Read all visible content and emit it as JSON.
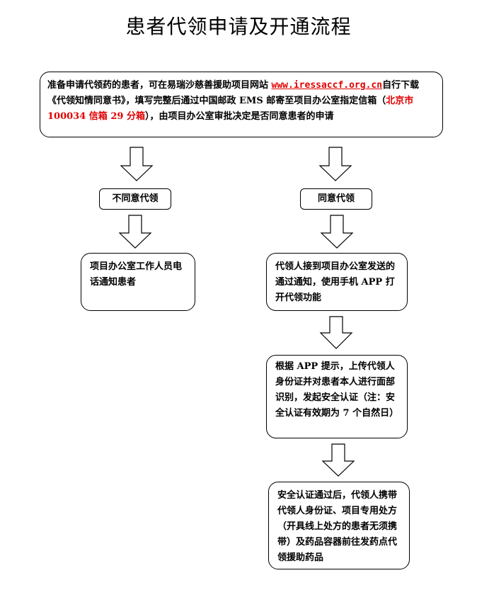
{
  "title": "患者代领申请及开通流程",
  "top_box": {
    "part1": "准备申请代领药的患者，可在易瑞沙慈善援助项目网站 ",
    "link": "www.iressaccf.org.cn",
    "part2": "自行下载《代领知情同意书》，填写完整后通过中国邮政 EMS 邮寄至项目办公室指定信箱（",
    "address": "北京市 100034 信箱 29 分箱",
    "part3": "），由项目办公室审批决定是否同意患者的申请"
  },
  "left_branch": {
    "label": "不同意代领",
    "result": "项目办公室工作人员电话通知患者"
  },
  "right_branch": {
    "label": "同意代领",
    "step1": "代领人接到项目办公室发送的通过通知，使用手机 APP 打开代领功能",
    "step2": "根据 APP 提示，上传代领人身份证并对患者本人进行面部识别，发起安全认证（注：安全认证有效期为 7 个自然日）",
    "step3": "安全认证通过后，代领人携带代领人身份证、项目专用处方（开具线上处方的患者无须携带）及药品容器前往发药点代领援助药品"
  }
}
